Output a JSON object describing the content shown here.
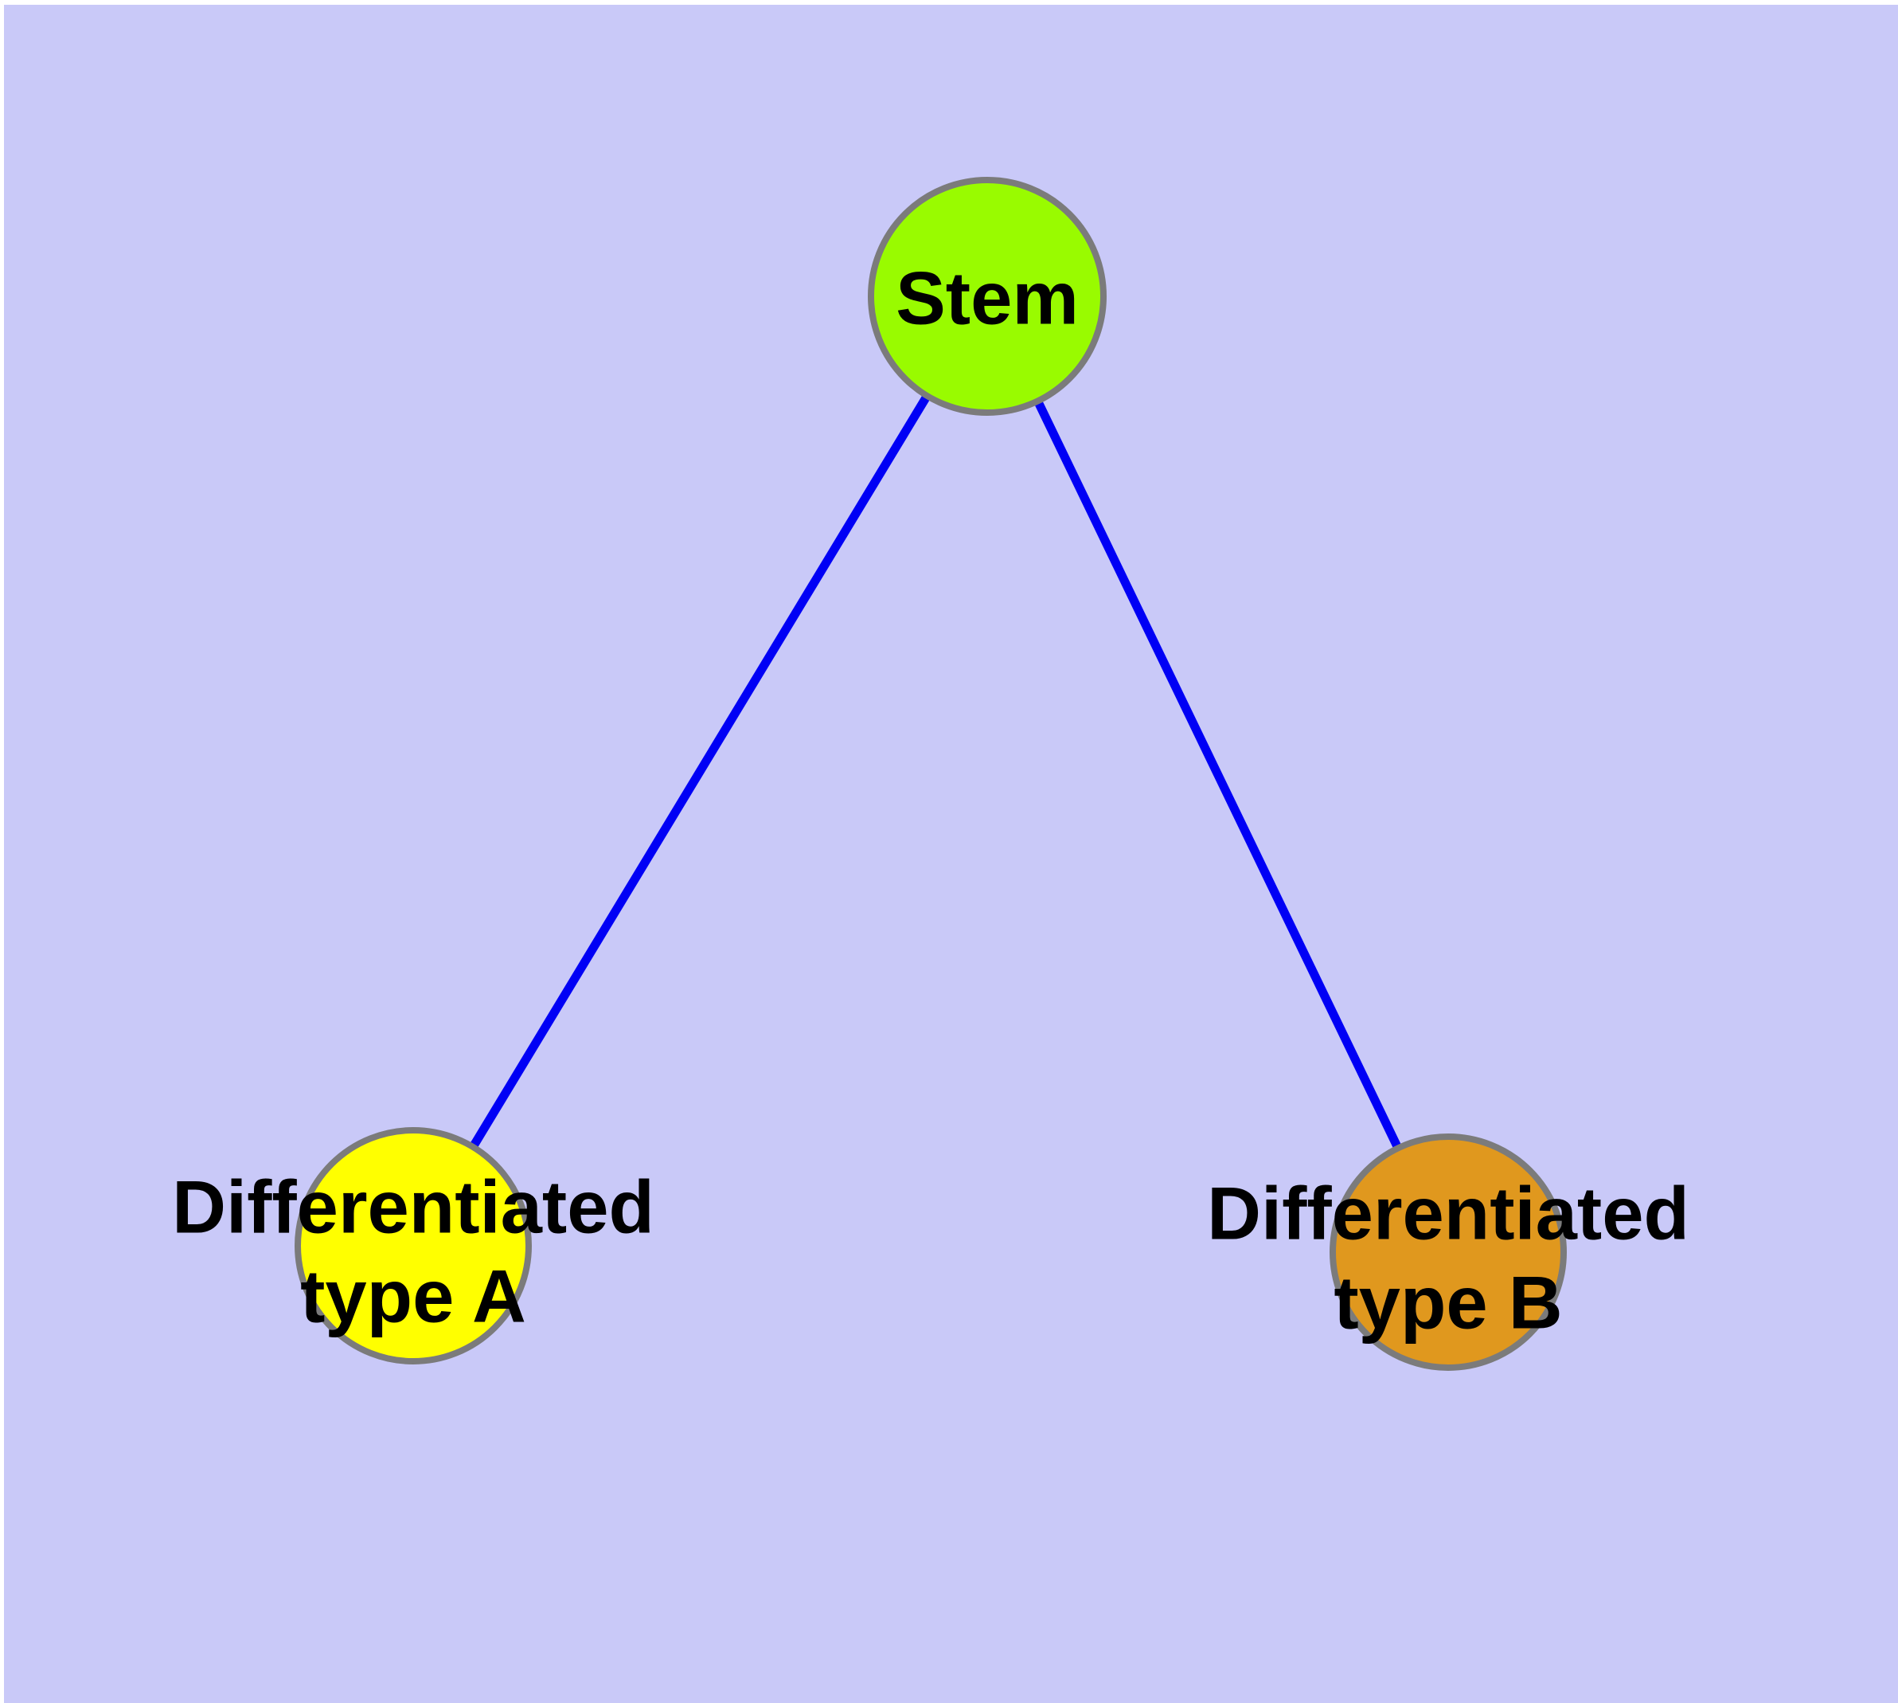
{
  "canvas": {
    "page_background": "#ffffff",
    "panel_background": "#c9c9f8"
  },
  "graph": {
    "text_color": "#000000",
    "node_border_color": "#7b7b7b",
    "edge_color": "#0000f5",
    "nodes": [
      {
        "id": "stem",
        "label": "Stem",
        "fill": "#99fb00"
      },
      {
        "id": "differentiated-type-a",
        "label": "Differentiated type A",
        "label_line1": "Differentiated",
        "label_line2": "type A",
        "fill": "#ffff00"
      },
      {
        "id": "differentiated-type-b",
        "label": "Differentiated type B",
        "label_line1": "Differentiated",
        "label_line2": "type B",
        "fill": "#e0981e"
      }
    ],
    "edges": [
      {
        "from": "Stem",
        "to": "Differentiated type A"
      },
      {
        "from": "Stem",
        "to": "Differentiated type B"
      }
    ]
  }
}
